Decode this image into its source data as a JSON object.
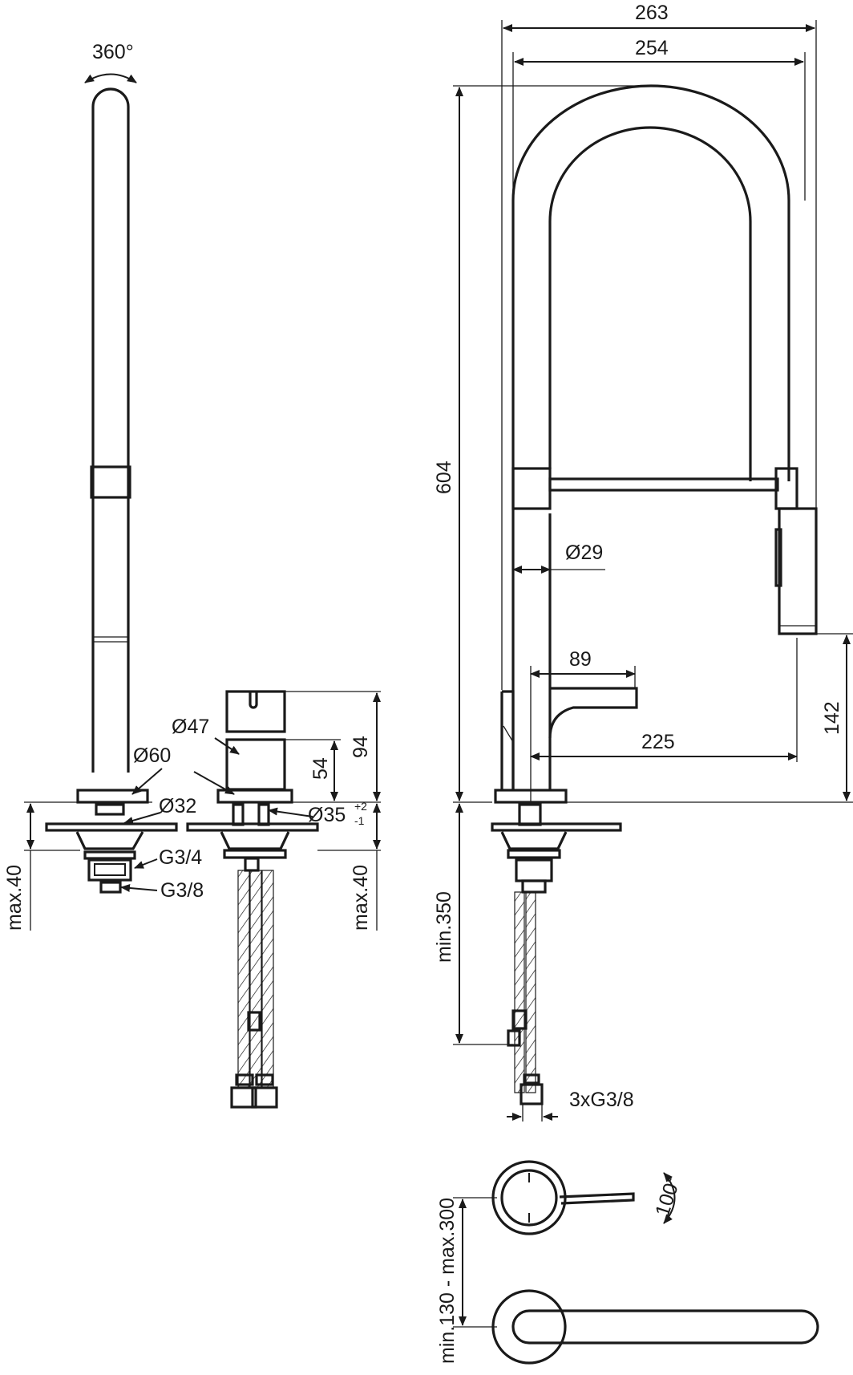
{
  "labels": {
    "rotation_360": "360°",
    "d47": "Ø47",
    "d60": "Ø60",
    "d32": "Ø32",
    "d35": "Ø35",
    "d35_tol_plus": "+2",
    "d35_tol_minus": "-1",
    "g34": "G3/4",
    "g38": "G3/8",
    "max40_left": "max.40",
    "max40_mid": "max.40",
    "h54": "54",
    "h94": "94",
    "w263": "263",
    "w254": "254",
    "h604": "604",
    "d29": "Ø29",
    "w89": "89",
    "w225": "225",
    "h142": "142",
    "min350": "min.350",
    "conn": "3xG3/8",
    "rotation_100": "100°",
    "spacing": "min.130 - max.300"
  }
}
